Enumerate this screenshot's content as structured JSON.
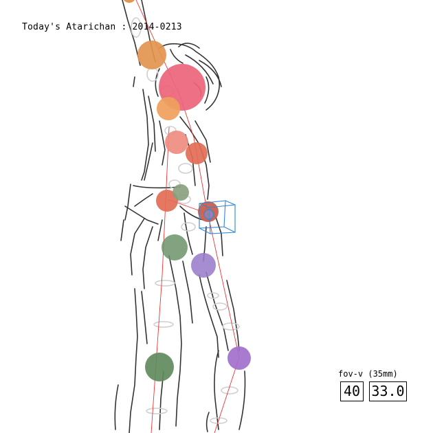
{
  "title": "Today's Atarichan : 2014-0213",
  "fov": {
    "label": "fov-v (35mm)",
    "degrees": "40",
    "mm": "33.0"
  },
  "colors": {
    "sketch": "#333333",
    "bone": "#cfcfcf",
    "axis": "#ee3333",
    "gizmo": "#2b86d6",
    "joint_orange": "#e2954e",
    "joint_pink": "#ec6479",
    "joint_salmon": "#ef8c80",
    "joint_coral": "#e26c55",
    "joint_sage": "#869e7c",
    "joint_green": "#6c936a",
    "joint_purple": "#9a7cc9",
    "joint_violet": "#a270cc"
  }
}
